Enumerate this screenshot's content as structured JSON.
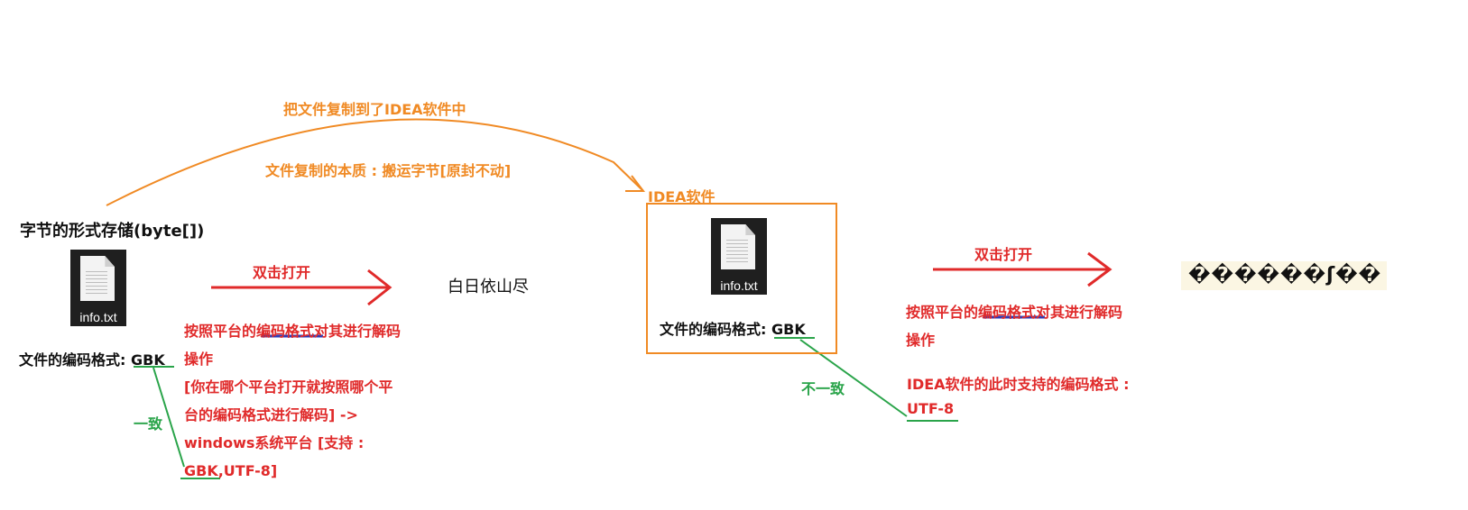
{
  "copy_top_label": "把文件复制到了IDEA软件中",
  "copy_essence_label": "文件复制的本质 : 搬运字节[原封不动]",
  "idea_title": "IDEA软件",
  "byte_storage_title": "字节的形式存储(byte[])",
  "file_name_left": "info.txt",
  "file_name_idea": "info.txt",
  "left_encoding_prefix": "文件的编码格式: ",
  "left_encoding_value": "GBK",
  "idea_encoding_prefix": "文件的编码格式: ",
  "idea_encoding_value": "GBK",
  "double_click_left": "双击打开",
  "double_click_right": "双击打开",
  "decode_left": {
    "pre": "按照平台的",
    "highlight": "编码格式",
    "post": "对其进行解码",
    "line2": "操作",
    "line3": "[你在哪个平台打开就按照哪个平",
    "line4": "台的编码格式进行解码] ->",
    "line5": "windows系统平台 [支持 :",
    "line6": "GBK,UTF-8]"
  },
  "decode_right": {
    "pre": "按照平台的",
    "highlight": "编码格式",
    "post": "对其进行解码",
    "line2": "操作"
  },
  "idea_support_label": "IDEA软件的此时支持的编码格式 :",
  "idea_support_value": "UTF-8",
  "consistent_label": "一致",
  "inconsistent_label": "不一致",
  "decoded_text_ok": "白日依山尽",
  "decoded_text_garbled": "������ʃ��",
  "colors": {
    "orange": "#f08a24",
    "red": "#e02a2a",
    "green": "#2aa44a",
    "blue_underline": "#2b3bb8"
  }
}
